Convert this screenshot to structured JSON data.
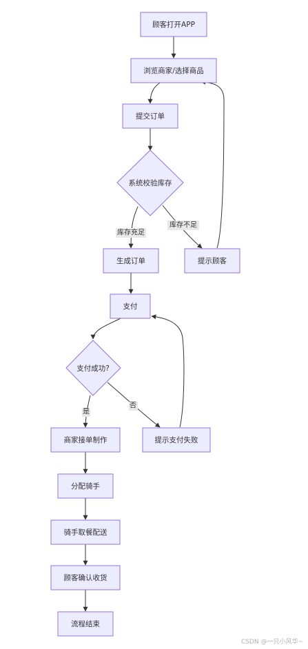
{
  "colors": {
    "node_fill": "#ececff",
    "node_stroke": "#9370db",
    "edge": "#333333",
    "label_bg": "#e8e8e8"
  },
  "nodes": {
    "open_app": "顾客打开APP",
    "browse": "浏览商家/选择商品",
    "submit_order": "提交订单",
    "check_stock": "系统校验库存",
    "create_order": "生成订单",
    "notify_customer": "提示顾客",
    "pay": "支付",
    "pay_success": "支付成功?",
    "merchant_accept": "商家接单制作",
    "pay_failed": "提示支付失败",
    "assign_rider": "分配骑手",
    "rider_pickup": "骑手取餐配送",
    "confirm_receipt": "顾客确认收货",
    "end": "流程结束"
  },
  "edge_labels": {
    "stock_ok": "库存充足",
    "stock_short": "库存不足",
    "yes": "是",
    "no": "否"
  },
  "watermark": "CSDN @一只小风华~"
}
